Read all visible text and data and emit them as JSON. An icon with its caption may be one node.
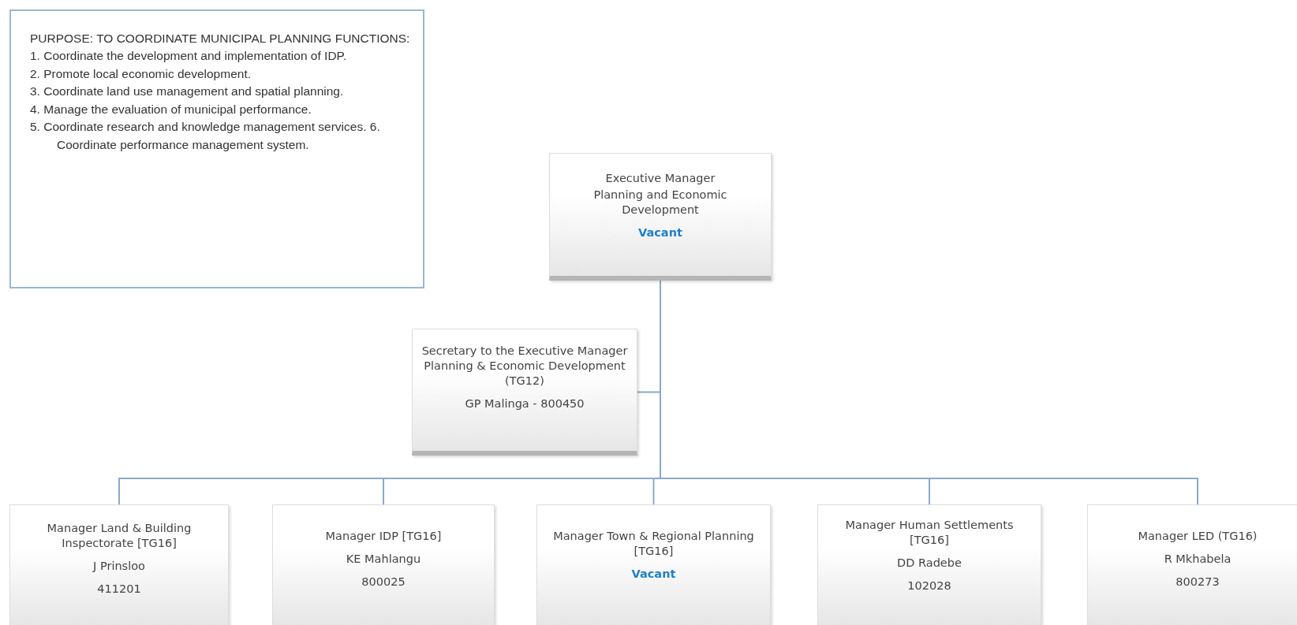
{
  "diagram": {
    "nodes": [
      {
        "text": [
          "PURPOSE: TO COORDINATE MUNICIPAL PLANNING FUNCTIONS:",
          "1. Coordinate the development and implementation of IDP.",
          "2. Promote local economic development.",
          "3. Coordinate land use management and spatial planning.",
          "4. Manage the evaluation of municipal performance.",
          "5. Coordinate research and knowledge management services. 6. Coordinate performance management system."
        ]
      },
      {
        "text": [
          "Executive Manager",
          "Planning and Economic Development",
          "Vacant"
        ]
      },
      {
        "text": [
          "Secretary to the Executive Manager Planning & Economic Development (TG12)",
          "GP Malinga - 800450"
        ]
      },
      {
        "text": [
          "Manager Land & Building Inspectorate [TG16]",
          "J Prinsloo",
          "411201"
        ]
      },
      {
        "text": [
          "Manager IDP [TG16]",
          "KE Mahlangu",
          "800025"
        ]
      },
      {
        "text": [
          "Manager Town & Regional Planning [TG16]",
          "Vacant"
        ]
      },
      {
        "text": [
          "Manager Human Settlements [TG16]",
          "DD Radebe",
          "102028"
        ]
      },
      {
        "text": [
          "Manager LED (TG16)",
          "R Mkhabela",
          "800273"
        ]
      }
    ],
    "edges": [
      {
        "from": 1,
        "to": 2,
        "arrow": "none"
      },
      {
        "from": 1,
        "to": 3,
        "arrow": "none"
      },
      {
        "from": 1,
        "to": 4,
        "arrow": "none"
      },
      {
        "from": 1,
        "to": 5,
        "arrow": "none"
      },
      {
        "from": 1,
        "to": 6,
        "arrow": "none"
      },
      {
        "from": 1,
        "to": 7,
        "arrow": "none"
      }
    ]
  }
}
